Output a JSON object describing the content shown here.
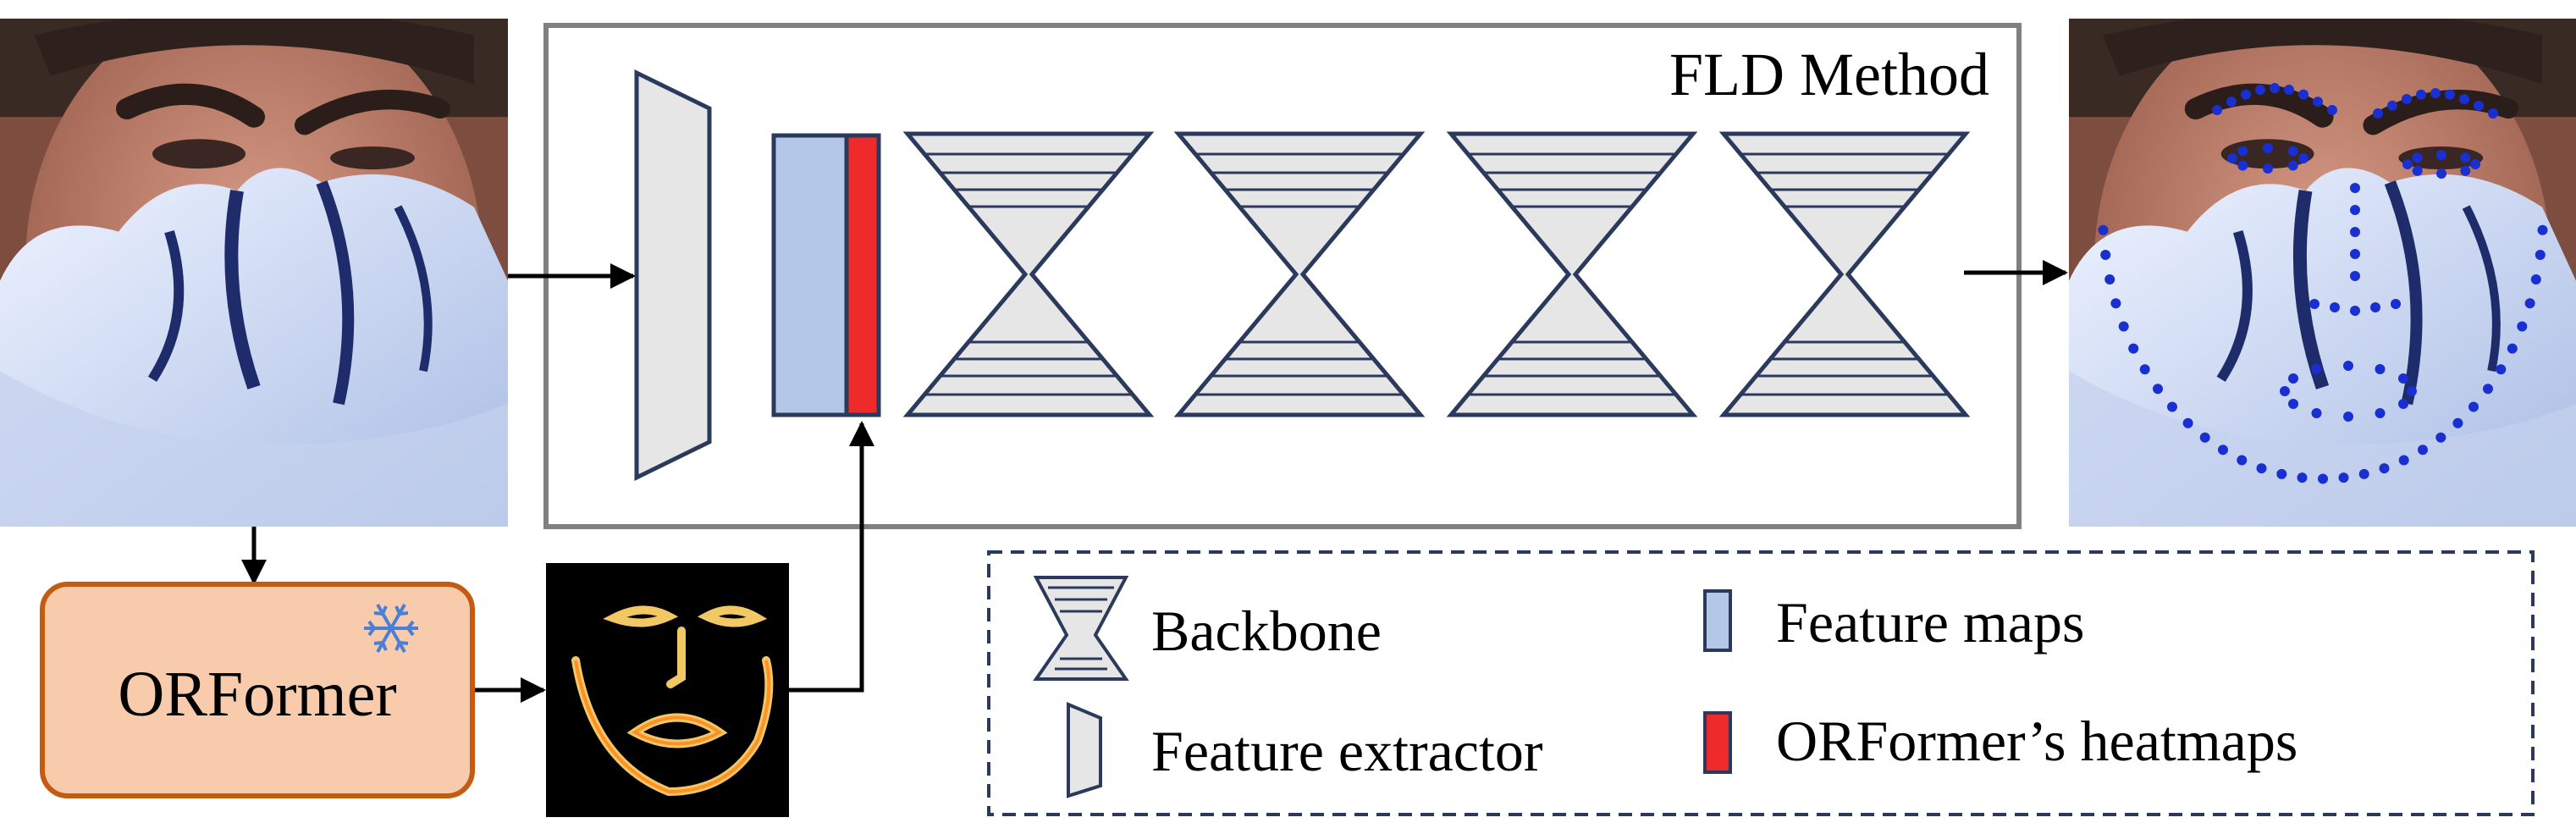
{
  "fld_box": {
    "title": "FLD Method"
  },
  "orformer": {
    "label": "ORFormer",
    "frozen_icon": "snowflake-icon"
  },
  "legend": {
    "backbone": "Backbone",
    "feature_extractor": "Feature extractor",
    "feature_maps": "Feature maps",
    "heatmaps": "ORFormer’s heatmaps"
  },
  "colors": {
    "module_fill": "#e6e6e6",
    "module_stroke": "#2b3a5c",
    "feature_maps": "#b4c7e7",
    "heatmaps": "#ee2a2a",
    "orformer_fill": "#f8cbad",
    "orformer_stroke": "#c55a11",
    "landmarks": "#1a2fd0",
    "snowflake": "#4a7fd4"
  }
}
